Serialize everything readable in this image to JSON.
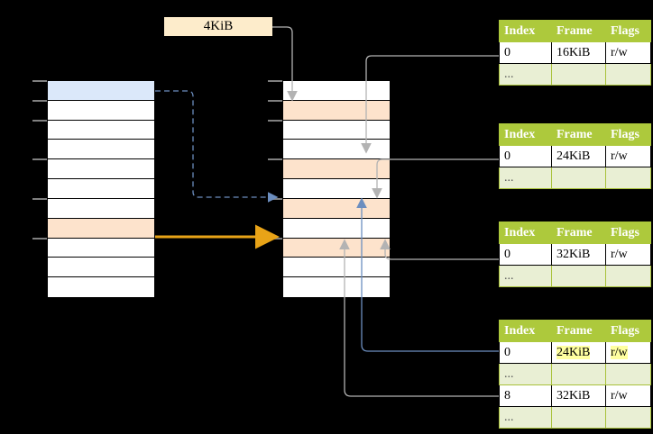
{
  "diagram": {
    "title": "4KiB",
    "type": "page-table-translation",
    "page_size_label": "4KiB",
    "colors": {
      "header_green": "#adc93c",
      "ellipsis_row": "#e9efd4",
      "highlight_yellow": "#ffffa0",
      "peach_row": "#fde3cc",
      "blue_row": "#dbe8fa",
      "orange_arrow": "#e8a317",
      "blue_arrow": "#6c8ebf",
      "gray_arrow": "#b3b3b3",
      "label_bg": "#fdeccb"
    },
    "left_column": {
      "name": "virtual-address-space",
      "row_count": 11,
      "rows": [
        {
          "index": 0,
          "fill": "blue"
        },
        {
          "index": 1,
          "fill": "white"
        },
        {
          "index": 2,
          "fill": "white"
        },
        {
          "index": 3,
          "fill": "white"
        },
        {
          "index": 4,
          "fill": "white"
        },
        {
          "index": 5,
          "fill": "white"
        },
        {
          "index": 6,
          "fill": "white"
        },
        {
          "index": 7,
          "fill": "peach"
        },
        {
          "index": 8,
          "fill": "white"
        },
        {
          "index": 9,
          "fill": "white"
        },
        {
          "index": 10,
          "fill": "white"
        }
      ]
    },
    "middle_column": {
      "name": "physical-memory",
      "row_count": 11,
      "rows": [
        {
          "index": 0,
          "fill": "white"
        },
        {
          "index": 1,
          "fill": "peach"
        },
        {
          "index": 2,
          "fill": "white"
        },
        {
          "index": 3,
          "fill": "white"
        },
        {
          "index": 4,
          "fill": "peach"
        },
        {
          "index": 5,
          "fill": "white"
        },
        {
          "index": 6,
          "fill": "peach"
        },
        {
          "index": 7,
          "fill": "white"
        },
        {
          "index": 8,
          "fill": "peach"
        },
        {
          "index": 9,
          "fill": "white"
        },
        {
          "index": 10,
          "fill": "white"
        }
      ]
    },
    "tables": [
      {
        "id": "page-table-1",
        "headers": [
          "Index",
          "Frame",
          "Flags"
        ],
        "rows": [
          {
            "cells": [
              "0",
              "16KiB",
              "r/w"
            ],
            "style": "normal",
            "highlight": []
          },
          {
            "cells": [
              "...",
              "",
              ""
            ],
            "style": "ellipsis",
            "highlight": []
          }
        ]
      },
      {
        "id": "page-table-2",
        "headers": [
          "Index",
          "Frame",
          "Flags"
        ],
        "rows": [
          {
            "cells": [
              "0",
              "24KiB",
              "r/w"
            ],
            "style": "normal",
            "highlight": []
          },
          {
            "cells": [
              "...",
              "",
              ""
            ],
            "style": "ellipsis",
            "highlight": []
          }
        ]
      },
      {
        "id": "page-table-3",
        "headers": [
          "Index",
          "Frame",
          "Flags"
        ],
        "rows": [
          {
            "cells": [
              "0",
              "32KiB",
              "r/w"
            ],
            "style": "normal",
            "highlight": []
          },
          {
            "cells": [
              "...",
              "",
              ""
            ],
            "style": "ellipsis",
            "highlight": []
          }
        ]
      },
      {
        "id": "page-table-4",
        "headers": [
          "Index",
          "Frame",
          "Flags"
        ],
        "rows": [
          {
            "cells": [
              "0",
              "24KiB",
              "r/w"
            ],
            "style": "normal",
            "highlight": [
              "frame",
              "flags"
            ]
          },
          {
            "cells": [
              "...",
              "",
              ""
            ],
            "style": "ellipsis",
            "highlight": []
          },
          {
            "cells": [
              "8",
              "32KiB",
              "r/w"
            ],
            "style": "normal",
            "highlight": []
          },
          {
            "cells": [
              "...",
              "",
              ""
            ],
            "style": "ellipsis",
            "highlight": []
          }
        ]
      }
    ]
  }
}
